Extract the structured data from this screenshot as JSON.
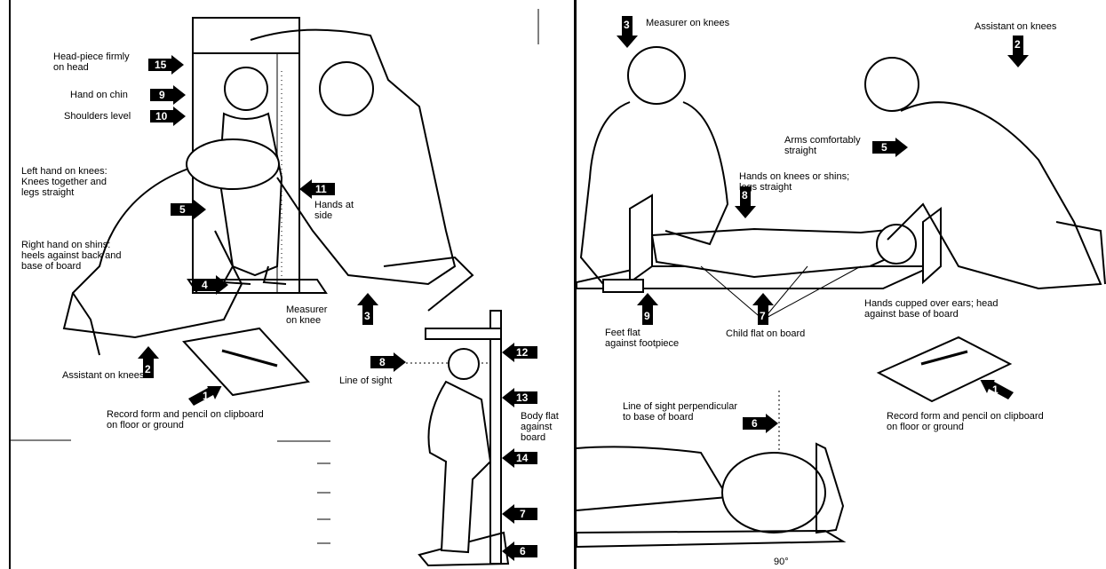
{
  "left": {
    "labels": {
      "headpiece": "Head-piece firmly\non head",
      "hand_chin": "Hand on chin",
      "shoulders": "Shoulders level",
      "left_hand": "Left hand on knees:\nKnees together and\nlegs straight",
      "right_hand": "Right hand on shins:\nheels against back and\nbase of board",
      "hands_side": "Hands at\nside",
      "measurer": "Measurer\non knee",
      "assistant": "Assistant on knees",
      "record": "Record form and pencil on clipboard\non floor or ground",
      "line_sight": "Line of sight",
      "body_flat": "Body flat\nagainst\nboard"
    },
    "markers": [
      "15",
      "9",
      "10",
      "5",
      "4",
      "11",
      "3",
      "2",
      "1",
      "8",
      "12",
      "13",
      "14",
      "7",
      "6"
    ]
  },
  "right": {
    "labels": {
      "measurer": "Measurer on knees",
      "assistant": "Assistant on knees",
      "arms": "Arms comfortably\nstraight",
      "hands_knees": "Hands on knees or shins;\nlegs straight",
      "feet_flat": "Feet flat\nagainst footpiece",
      "child_flat": "Child flat on board",
      "hands_cupped": "Hands cupped over ears; head\nagainst base of board",
      "record": "Record form and pencil on clipboard\non floor or ground",
      "line_sight": "Line of sight perpendicular\nto base of board",
      "angle": "90°"
    },
    "markers": [
      "3",
      "2",
      "5",
      "8",
      "9",
      "7",
      "1",
      "6"
    ]
  }
}
